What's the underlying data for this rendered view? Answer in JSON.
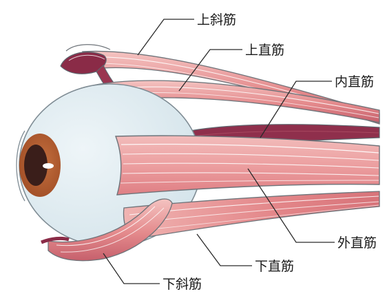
{
  "labels": {
    "superior_oblique": "上斜筋",
    "superior_rectus": "上直筋",
    "medial_rectus": "内直筋",
    "lateral_rectus": "外直筋",
    "inferior_rectus": "下直筋",
    "inferior_oblique": "下斜筋"
  },
  "colors": {
    "eyeball": "#dde9ee",
    "eyeball_outline": "#7f8c94",
    "iris": "#b05a2e",
    "pupil": "#3a1e1a",
    "muscle_light": "#f2b2b0",
    "muscle_mid": "#de7d80",
    "muscle_dark": "#b24e5e",
    "muscle_deep": "#8a2b47",
    "fiber": "#ffffff"
  }
}
